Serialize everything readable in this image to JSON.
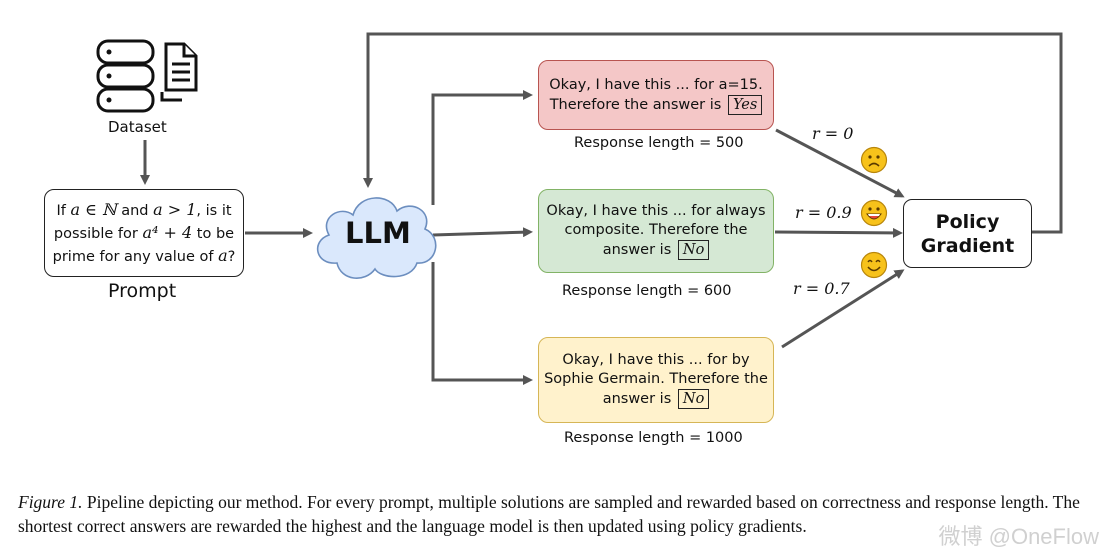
{
  "dataset": {
    "label": "Dataset"
  },
  "prompt": {
    "label": "Prompt",
    "text_line1_a": "If ",
    "text_line1_math1": "a ∈ ℕ",
    "text_line1_b": " and ",
    "text_line1_math2": "a > 1",
    "text_line1_c": ", is it",
    "text_line2_a": "possible for ",
    "text_line2_math": "a⁴ + 4",
    "text_line2_b": " to be",
    "text_line3_a": "prime for any value of ",
    "text_line3_math": "a",
    "text_line3_b": "?"
  },
  "llm": {
    "label": "LLM"
  },
  "responses": [
    {
      "line1": "Okay, I have this ... for a=15.",
      "line2": "Therefore the answer is",
      "line3": "",
      "answer": "Yes",
      "length_label": "Response length = 500",
      "reward": "r = 0"
    },
    {
      "line1": "Okay, I have this ... for always",
      "line2": "composite. Therefore the",
      "line3": "answer is",
      "answer": "No",
      "length_label": "Response length = 600",
      "reward": "r = 0.9"
    },
    {
      "line1": "Okay, I have this ... for by",
      "line2": "Sophie Germain. Therefore the",
      "line3": "answer is",
      "answer": "No",
      "length_label": "Response length = 1000",
      "reward": "r = 0.7"
    }
  ],
  "policy": {
    "line1": "Policy",
    "line2": "Gradient"
  },
  "caption": {
    "figure_label": "Figure 1.",
    "text": " Pipeline depicting our method.  For every prompt, multiple solutions are sampled and rewarded based on correctness and response length. The shortest correct answers are rewarded the highest and the language model is then updated using policy gradients."
  },
  "watermark": "微博 @OneFlow",
  "colors": {
    "red_fill": "#f4c7c7",
    "green_fill": "#d5e8d4",
    "yellow_fill": "#fff2cc",
    "llm_cloud": "#dae8fc"
  },
  "icons": [
    "database-icon",
    "document-icon",
    "sad-face-icon",
    "grinning-face-icon",
    "smiling-face-icon"
  ]
}
